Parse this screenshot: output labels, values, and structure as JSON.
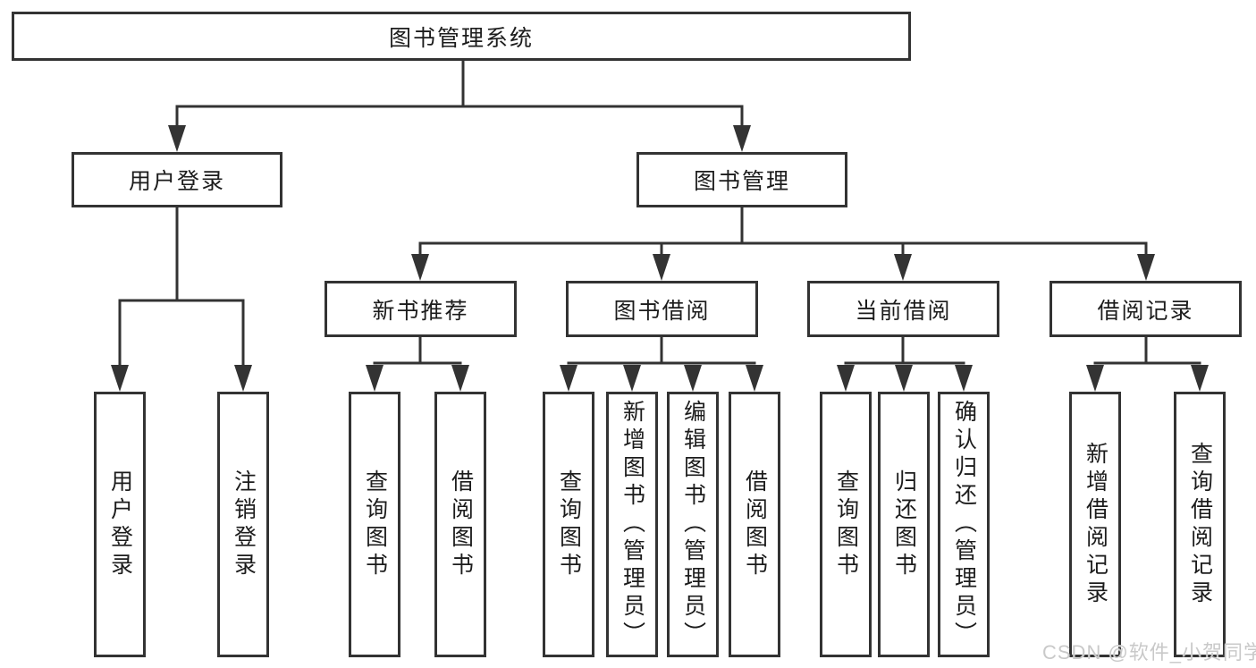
{
  "colors": {
    "line": "#333333",
    "box_border": "#333333",
    "text": "#1c1c1c",
    "background": "#ffffff",
    "watermark_text_color": "#c9c9c9"
  },
  "tree": {
    "root": {
      "label": "图书管理系统"
    },
    "branches": [
      {
        "label": "用户登录",
        "leaves": [
          "用户登录",
          "注销登录"
        ]
      },
      {
        "label": "图书管理",
        "groups": [
          {
            "label": "新书推荐",
            "leaves": [
              "查询图书",
              "借阅图书"
            ]
          },
          {
            "label": "图书借阅",
            "leaves": [
              "查询图书",
              "新增图书（管理员）",
              "编辑图书（管理员）",
              "借阅图书"
            ]
          },
          {
            "label": "当前借阅",
            "leaves": [
              "查询图书",
              "归还图书",
              "确认归还（管理员）"
            ]
          },
          {
            "label": "借阅记录",
            "leaves": [
              "新增借阅记录",
              "查询借阅记录"
            ]
          }
        ]
      }
    ]
  },
  "watermark": {
    "text": "CSDN @软件_小贺同学"
  }
}
